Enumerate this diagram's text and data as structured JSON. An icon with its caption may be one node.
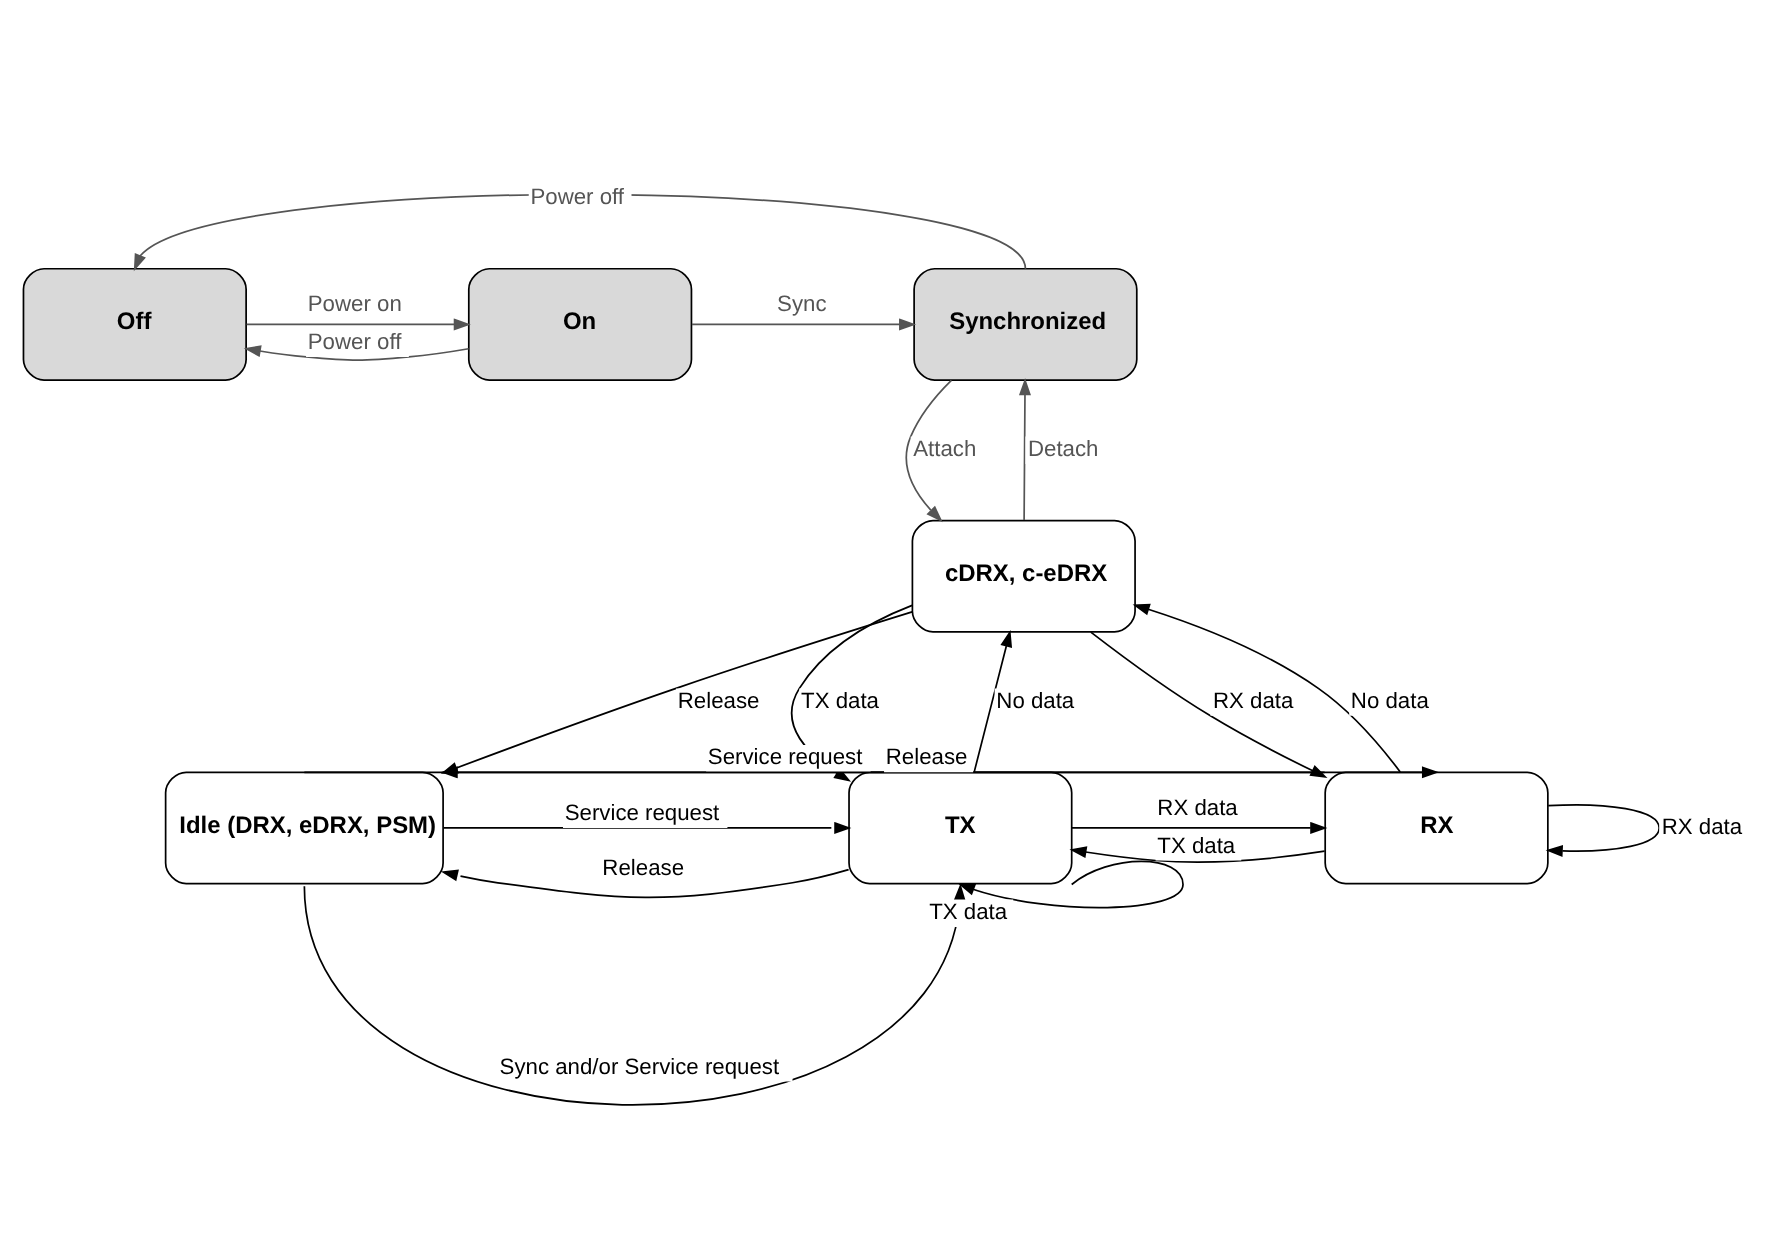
{
  "diagram": {
    "nodes": [
      {
        "text": [
          "Off"
        ]
      },
      {
        "text": [
          "On"
        ]
      },
      {
        "text": [
          "Synchronized"
        ]
      },
      {
        "text": [
          "cDRX, c-eDRX"
        ]
      },
      {
        "text": [
          "Idle (DRX, eDRX, PSM)"
        ]
      },
      {
        "text": [
          "TX"
        ]
      },
      {
        "text": [
          "RX"
        ]
      }
    ],
    "edges": [
      {
        "from": 2,
        "to": 0,
        "arrow": "to",
        "label": "Power off",
        "color": "#555555"
      },
      {
        "from": 0,
        "to": 1,
        "arrow": "to",
        "label": "Power on",
        "color": "#555555"
      },
      {
        "from": 1,
        "to": 0,
        "arrow": "to",
        "label": "Power off",
        "color": "#555555"
      },
      {
        "from": 1,
        "to": 2,
        "arrow": "to",
        "label": "Sync",
        "color": "#555555"
      },
      {
        "from": 2,
        "to": 3,
        "arrow": "to",
        "label": "Attach",
        "color": "#555555"
      },
      {
        "from": 3,
        "to": 2,
        "arrow": "to",
        "label": "Detach",
        "color": "#555555"
      },
      {
        "from": 3,
        "to": 4,
        "arrow": "to",
        "label": "Release"
      },
      {
        "from": 4,
        "to": 6,
        "arrow": "to",
        "label": "Service request"
      },
      {
        "from": 4,
        "to": 5,
        "arrow": "to",
        "label": "Service request"
      },
      {
        "from": 5,
        "to": 4,
        "arrow": "to",
        "label": "Release"
      },
      {
        "from": 4,
        "to": 5,
        "arrow": "to",
        "label": "Sync and/or Service request"
      },
      {
        "from": 6,
        "to": 4,
        "arrow": "to",
        "label": "Release"
      },
      {
        "from": 5,
        "to": 5,
        "arrow": "to",
        "label": "TX data"
      },
      {
        "from": 6,
        "to": 6,
        "arrow": "to",
        "label": "RX data"
      },
      {
        "from": 5,
        "to": 6,
        "arrow": "to",
        "label": "RX data"
      },
      {
        "from": 6,
        "to": 5,
        "arrow": "to",
        "label": "TX data"
      },
      {
        "from": 3,
        "to": 5,
        "arrow": "to",
        "label": "TX data"
      },
      {
        "from": 5,
        "to": 3,
        "arrow": "to",
        "label": "No data"
      },
      {
        "from": 3,
        "to": 6,
        "arrow": "to",
        "label": "RX data"
      },
      {
        "from": 6,
        "to": 3,
        "arrow": "to",
        "label": "No data"
      }
    ]
  }
}
